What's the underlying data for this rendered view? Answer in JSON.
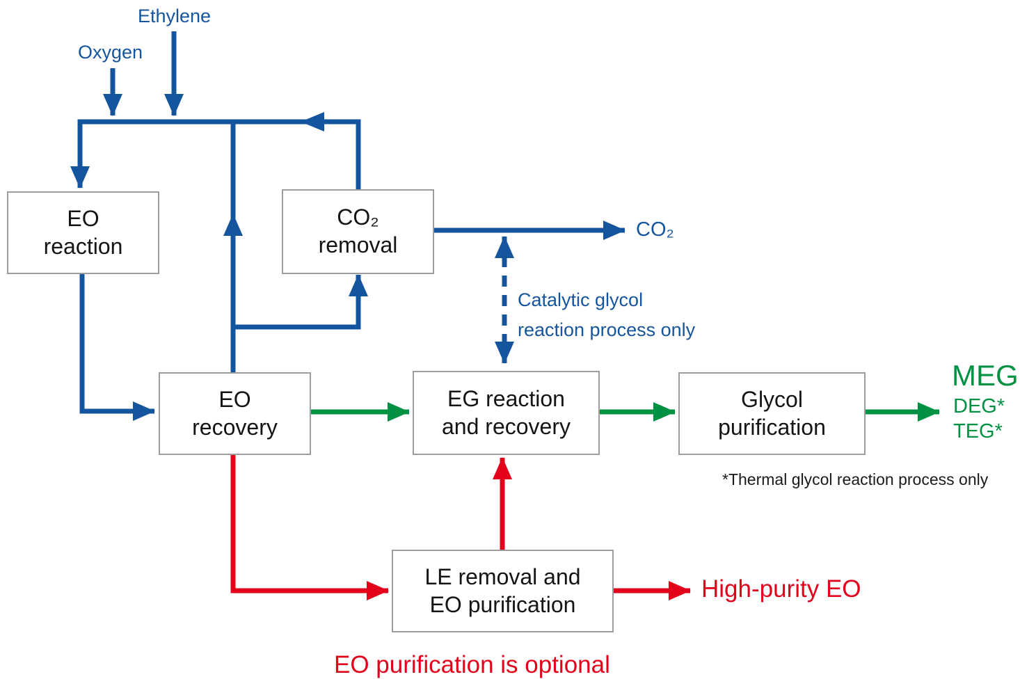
{
  "colors": {
    "flow_blue": "#15559d",
    "flow_green": "#009142",
    "flow_red": "#e2001a",
    "box_border": "#9c9c9c"
  },
  "inputs": {
    "ethylene": "Ethylene",
    "oxygen": "Oxygen"
  },
  "boxes": {
    "eo_reaction": "EO\nreaction",
    "co2_removal": "CO₂\nremoval",
    "eo_recovery": "EO\nrecovery",
    "eg_reaction": "EG reaction\nand recovery",
    "glycol_purification": "Glycol\npurification",
    "le_removal": "LE removal and\nEO purification"
  },
  "outputs": {
    "co2": "CO₂",
    "meg": "MEG",
    "deg": "DEG*",
    "teg": "TEG*",
    "high_purity_eo": "High-purity EO"
  },
  "notes": {
    "catalytic": "Catalytic glycol\nreaction process only",
    "thermal": "*Thermal glycol reaction process only",
    "optional": "EO purification is optional"
  }
}
